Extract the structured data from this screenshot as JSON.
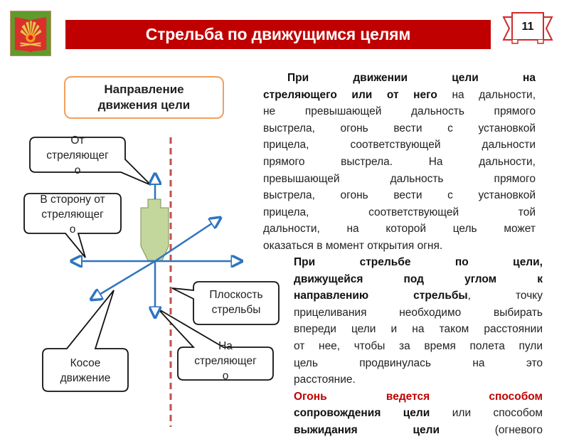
{
  "header": {
    "title": "Стрельба по движущимся целям",
    "page_number": "11",
    "emblem_icon": "academy-emblem-icon",
    "colors": {
      "title_bar": "#c00000",
      "emblem_bg": "#5f9b2b",
      "accent_border": "#f0a060"
    }
  },
  "diagram": {
    "heading": "Направление движения цели",
    "heading_lines": [
      "Направление",
      "движения цели"
    ],
    "callouts": {
      "from_shooter": [
        "От",
        "стреляющег",
        "о"
      ],
      "away_from_shooter": [
        "В сторону от",
        "стреляющег",
        "о"
      ],
      "firing_plane": [
        "Плоскость",
        "стрельбы"
      ],
      "oblique": [
        "Косое",
        "движение"
      ],
      "toward_shooter": [
        "На",
        "стреляющег",
        "о"
      ]
    },
    "colors": {
      "arrows": "#2e75c0",
      "target_fill": "#c3d69b",
      "firing_plane_line": "#c0504d"
    }
  },
  "text": {
    "paragraph1": {
      "lines": [
        {
          "bold": "При движении цели на",
          "normal": ""
        },
        {
          "bold": "стреляющего или от него",
          "normal": " на дальности,"
        },
        {
          "bold": "",
          "normal": "не превышающей дальность прямого"
        },
        {
          "bold": "",
          "normal": "выстрела, огонь вести с установкой"
        },
        {
          "bold": "",
          "normal": "прицела, соответствующей дальности"
        },
        {
          "bold": "",
          "normal": "прямого выстрела. На дальности,"
        },
        {
          "bold": "",
          "normal": "превышающей дальность прямого"
        },
        {
          "bold": "",
          "normal": "выстрела, огонь вести с установкой"
        },
        {
          "bold": "",
          "normal": "прицела, соответствующей той"
        },
        {
          "bold": "",
          "normal": "дальности, на которой цель может"
        },
        {
          "bold": "",
          "normal": "оказаться в момент открытия огня."
        }
      ]
    },
    "paragraph2": {
      "lines": [
        {
          "bold": "При стрельбе по цели,",
          "normal": ""
        },
        {
          "bold": "движущейся под углом к",
          "normal": ""
        },
        {
          "bold": "направлению стрельбы",
          "normal": ", точку"
        },
        {
          "bold": "",
          "normal": "прицеливания необходимо выбирать"
        },
        {
          "bold": "",
          "normal": "впереди цели и на таком расстоянии"
        },
        {
          "bold": "",
          "normal": "от нее, чтобы за время полета пули"
        },
        {
          "bold": "",
          "normal": "цель продвинулась на это"
        },
        {
          "bold": "",
          "normal": "расстояние."
        }
      ]
    },
    "paragraph3": {
      "red": "Огонь ведется способом",
      "line2_bold": "сопровождения цели",
      "line2_normal": " или способом",
      "line3_bold": "выжидания цели",
      "line3_normal": " (огневого"
    }
  }
}
